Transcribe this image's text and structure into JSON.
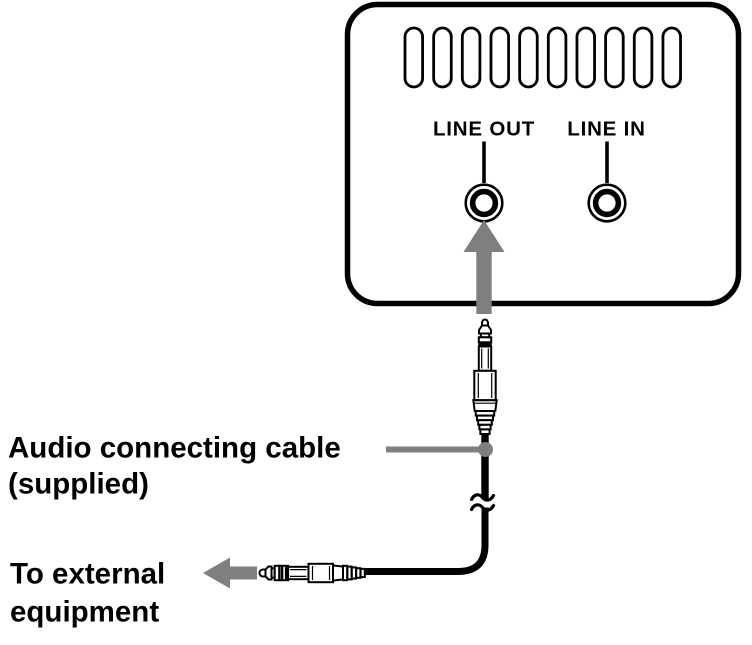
{
  "colors": {
    "ink": "#000000",
    "gray": "#7f7f7f",
    "bg": "#ffffff"
  },
  "panel": {
    "vent_count": 10,
    "jack_out_label": "LINE OUT",
    "jack_in_label": "LINE IN"
  },
  "annotations": {
    "cable_label_line1": "Audio connecting cable",
    "cable_label_line2": "(supplied)",
    "external_label_line1": "To external",
    "external_label_line2": "equipment"
  }
}
